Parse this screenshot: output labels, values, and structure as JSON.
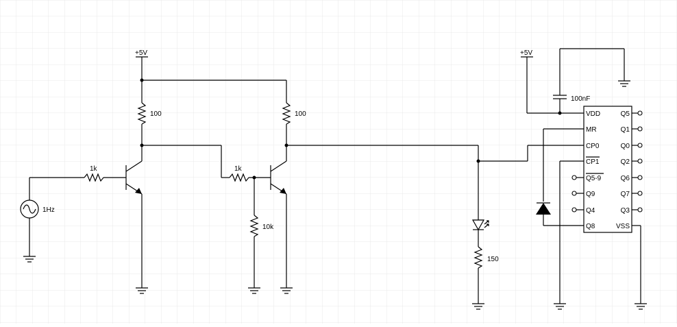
{
  "supply": {
    "left_label": "+5V",
    "right_label": "+5V"
  },
  "source": {
    "label": "1Hz"
  },
  "resistors": {
    "r_base1": "1k",
    "r_coll1": "100",
    "r_base2": "1k",
    "r_coll2": "100",
    "r_pulldown": "10k",
    "r_led": "150"
  },
  "capacitor": {
    "label": "100nF"
  },
  "ic": {
    "left_pins": [
      "VDD",
      "MR",
      "CP0",
      "CP1",
      "Q5-9",
      "Q9",
      "Q4",
      "Q8"
    ],
    "right_pins": [
      "Q5",
      "Q1",
      "Q0",
      "Q2",
      "Q6",
      "Q7",
      "Q3",
      "VSS"
    ]
  },
  "colors": {
    "wire": "#000000",
    "grid": "#e8e8e8",
    "background": "#ffffff"
  }
}
